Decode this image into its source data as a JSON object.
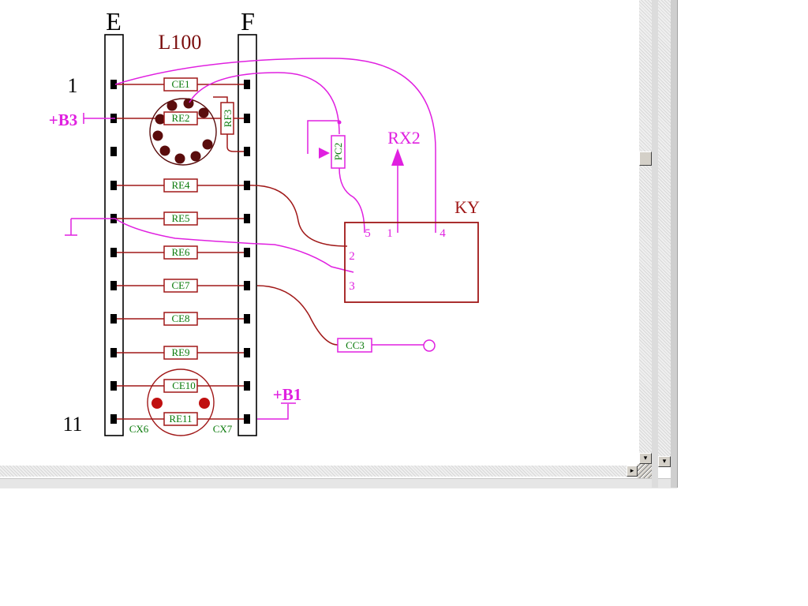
{
  "strip_labels": {
    "left": "E",
    "right": "F"
  },
  "block_label": "L100",
  "row_labels": {
    "first": "1",
    "last": "11"
  },
  "components": {
    "ce1": "CE1",
    "re2": "RE2",
    "rf3": "RF3",
    "re4": "RE4",
    "re5": "RE5",
    "re6": "RE6",
    "ce7": "CE7",
    "ce8": "CE8",
    "re9": "RE9",
    "ce10": "CE10",
    "re11": "RE11",
    "cx6": "CX6",
    "cx7": "CX7",
    "pc2": "PC2",
    "cc3": "CC3"
  },
  "supply": {
    "b3": "+B3",
    "b1": "+B1"
  },
  "output": "RX2",
  "module": {
    "name": "KY",
    "pins": {
      "p5": "5",
      "p1": "1",
      "p4": "4",
      "p2": "2",
      "p3": "3"
    }
  },
  "colors": {
    "wire_magenta": "#e020e0",
    "component_red": "#a01818",
    "label_green": "#0a7a0a",
    "pad_black": "#000000",
    "socket_dark": "#5a0c0c",
    "socket_red": "#c01010"
  },
  "icons": {
    "scroll_down": "▾",
    "scroll_up": "▴"
  }
}
